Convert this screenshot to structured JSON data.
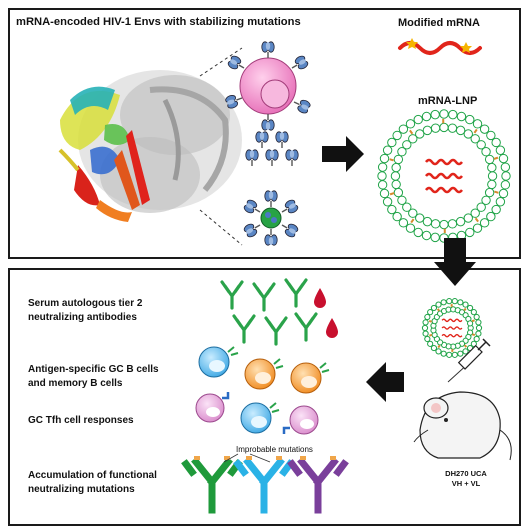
{
  "top_panel": {
    "title": "mRNA-encoded HIV-1 Envs with stabilizing mutations",
    "modified_mrna_label": "Modified mRNA",
    "mrna_lnp_label": "mRNA-LNP"
  },
  "bottom_panel": {
    "serum_label_line1": "Serum autologous tier 2",
    "serum_label_line2": "neutralizing antibodies",
    "gc_b_label_line1": "Antigen-specific GC B cells",
    "gc_b_label_line2": "and memory B cells",
    "tfh_label": "GC Tfh cell responses",
    "accum_label_line1": "Accumulation of functional",
    "accum_label_line2": "neutralizing mutations",
    "improbable_label": "Improbable mutations",
    "mouse_label_line1": "DH270 UCA",
    "mouse_label_line2": "VH + VL"
  },
  "colors": {
    "antibody_green": "#2aa34a",
    "blood_red": "#c8102e",
    "mrna_red": "#e1251b",
    "lnp_green": "#1fa347",
    "vesicle_pink": "#f08ac4",
    "b_cell_blue": "#4fb3e8",
    "b_cell_orange": "#f39c35",
    "tfh_pink": "#e9a6dc",
    "ab_dark_green": "#1f9a3b",
    "ab_light_blue": "#2ab2e6",
    "ab_purple": "#7a3f9b",
    "arrow_black": "#111111"
  }
}
